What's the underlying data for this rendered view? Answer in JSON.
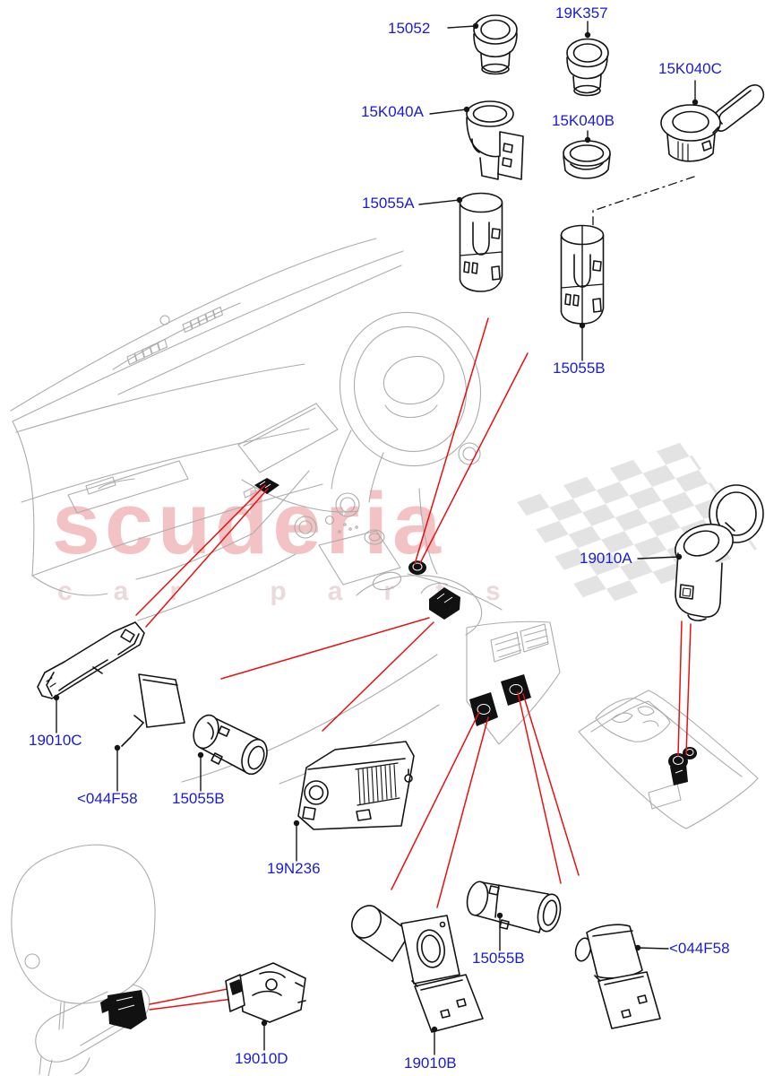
{
  "watermark": {
    "brand": "scuderia",
    "subtitle": "car parts"
  },
  "colors": {
    "label_blue": "#1b1bd3",
    "callout_red": "#e61111",
    "watermark_pink": "#f3c2c4",
    "watermark_sub_pink": "#ecd9da",
    "checker_gray": "#e3e3e3",
    "interior_gray": "#acacac",
    "part_black": "#141414",
    "background": "#ffffff"
  },
  "diagram": {
    "type": "exploded-parts-diagram",
    "subject": "vehicle instrument panel / console power sockets and cigar lighter components"
  },
  "parts": [
    {
      "id": "15052",
      "label": "15052"
    },
    {
      "id": "19K357",
      "label": "19K357"
    },
    {
      "id": "15K040C",
      "label": "15K040C"
    },
    {
      "id": "15K040A",
      "label": "15K040A"
    },
    {
      "id": "15K040B",
      "label": "15K040B"
    },
    {
      "id": "15055A",
      "label": "15055A"
    },
    {
      "id": "15055B-a",
      "label": "15055B"
    },
    {
      "id": "19010A",
      "label": "19010A"
    },
    {
      "id": "19010C",
      "label": "19010C"
    },
    {
      "id": "044F58-L",
      "label": "<044F58"
    },
    {
      "id": "15055B-b",
      "label": "15055B"
    },
    {
      "id": "19N236",
      "label": "19N236"
    },
    {
      "id": "15055B-c",
      "label": "15055B"
    },
    {
      "id": "044F58-R",
      "label": "<044F58"
    },
    {
      "id": "19010D",
      "label": "19010D"
    },
    {
      "id": "19010B",
      "label": "19010B"
    }
  ]
}
